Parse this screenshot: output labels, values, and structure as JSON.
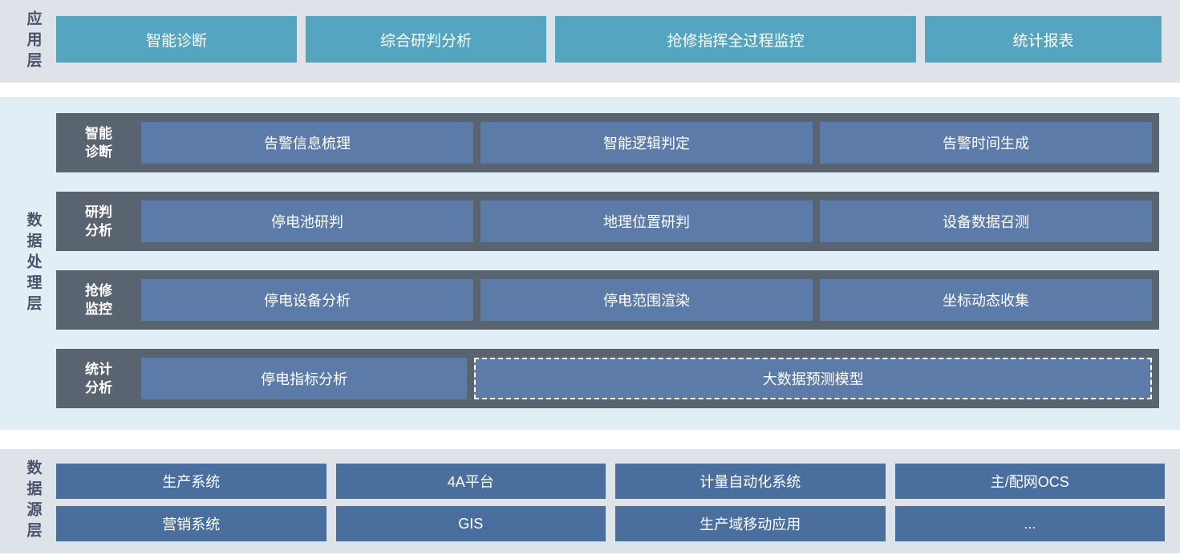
{
  "colors": {
    "band_gray_bg": "#dee3ea",
    "band_blue_bg": "#e2eef5",
    "teal_button": "#55a4c0",
    "slate_row": "#5a6370",
    "processing_box_blue": "#5c7ba8",
    "source_box_blue": "#4a6f9e",
    "layer_label_text": "#49536a",
    "box_text": "#ffffff"
  },
  "app_layer": {
    "label": "应用层",
    "items": [
      "智能诊断",
      "综合研判分析",
      "抢修指挥全过程监控",
      "统计报表"
    ]
  },
  "processing_layer": {
    "label": "数据处理层",
    "rows": [
      {
        "label_line1": "智能",
        "label_line2": "诊断",
        "items": [
          "告警信息梳理",
          "智能逻辑判定",
          "告警时间生成"
        ]
      },
      {
        "label_line1": "研判",
        "label_line2": "分析",
        "items": [
          "停电池研判",
          "地理位置研判",
          "设备数据召测"
        ]
      },
      {
        "label_line1": "抢修",
        "label_line2": "监控",
        "items": [
          "停电设备分析",
          "停电范围渲染",
          "坐标动态收集"
        ]
      },
      {
        "label_line1": "统计",
        "label_line2": "分析",
        "items": [
          "停电指标分析",
          "大数据预测模型"
        ]
      }
    ]
  },
  "source_layer": {
    "label": "数据源层",
    "row1": [
      "生产系统",
      "4A平台",
      "计量自动化系统",
      "主/配网OCS"
    ],
    "row2": [
      "营销系统",
      "GIS",
      "生产域移动应用",
      "..."
    ]
  }
}
